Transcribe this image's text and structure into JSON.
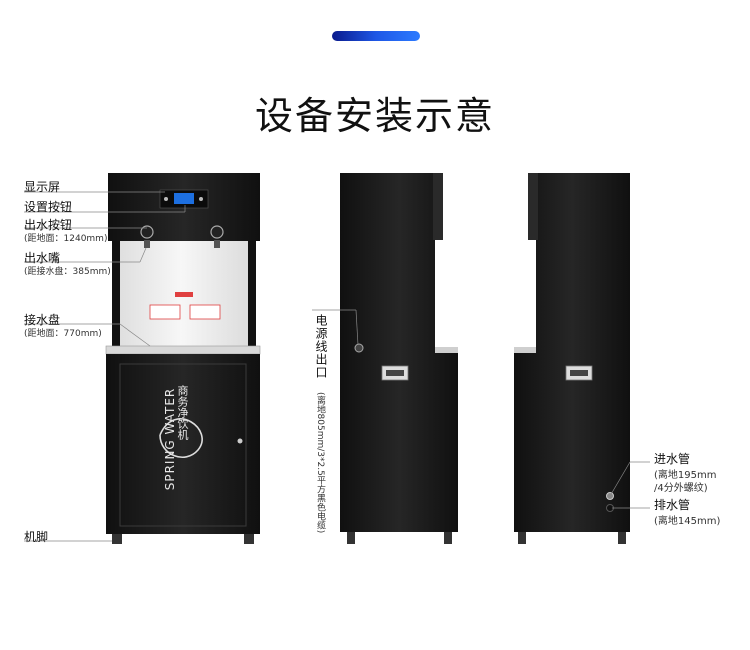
{
  "title": "设备安装示意",
  "front_labels": {
    "display": "显示屏",
    "settings_btn": "设置按钮",
    "water_btn": "出水按钮",
    "water_btn_note": "(距地面：1240mm)",
    "nozzle": "出水嘴",
    "nozzle_note": "(距接水盘：385mm)",
    "tray": "接水盘",
    "tray_note": "(距地面：770mm)",
    "feet": "机脚"
  },
  "side_labels": {
    "power": "电源线出口",
    "power_note": "(离地805mm/3*2.5平方黑色电缆)"
  },
  "back_labels": {
    "inlet": "进水管",
    "inlet_note1": "(离地195mm",
    "inlet_note2": "/4分外螺纹)",
    "drain": "排水管",
    "drain_note": "(离地145mm)"
  },
  "brand": {
    "name": "SPRING WATER",
    "product": "商务净饮机"
  },
  "colors": {
    "accent": "#1e57e6",
    "body": "#1a1a1a",
    "panel": "#f2f2f2"
  }
}
